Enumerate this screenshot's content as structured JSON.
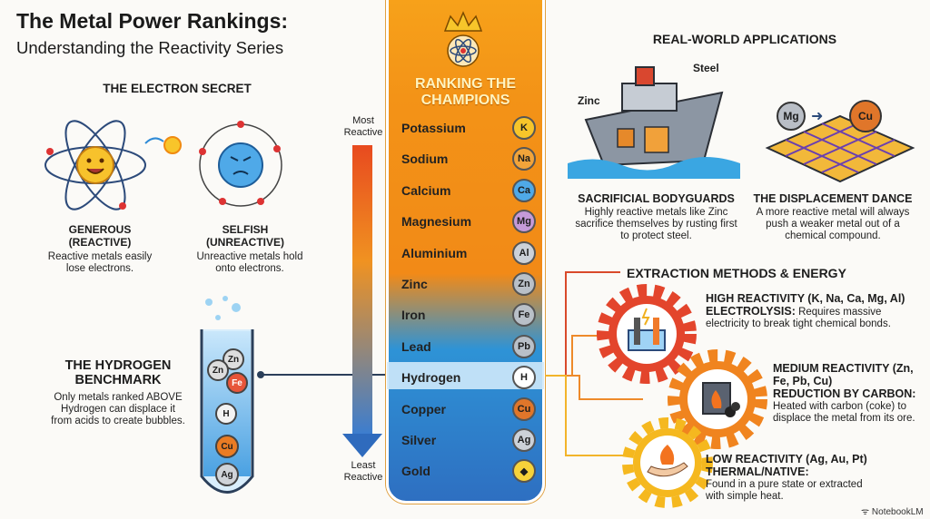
{
  "title": "The Metal Power Rankings:",
  "subtitle": "Understanding the Reactivity Series",
  "electron": {
    "heading": "THE ELECTRON SECRET",
    "generous_title": "GENEROUS (REACTIVE)",
    "generous_text": "Reactive metals easily lose electrons.",
    "selfish_title": "SELFISH (UNREACTIVE)",
    "selfish_text": "Unreactive metals hold onto electrons."
  },
  "hydrogen": {
    "title": "THE HYDROGEN BENCHMARK",
    "text": "Only metals ranked ABOVE Hydrogen can displace it from acids to create bubbles.",
    "tube_labels": [
      "Zn",
      "Zn",
      "Fe",
      "H",
      "Cu",
      "Ag"
    ]
  },
  "scale": {
    "top": "Most Reactive",
    "bottom": "Least Reactive"
  },
  "ranking": {
    "title": "RANKING THE CHAMPIONS",
    "items": [
      {
        "name": "Potassium",
        "symbol": "K"
      },
      {
        "name": "Sodium",
        "symbol": "Na"
      },
      {
        "name": "Calcium",
        "symbol": "Ca"
      },
      {
        "name": "Magnesium",
        "symbol": "Mg"
      },
      {
        "name": "Aluminium",
        "symbol": "Al"
      },
      {
        "name": "Zinc",
        "symbol": "Zn"
      },
      {
        "name": "Iron",
        "symbol": "Fe"
      },
      {
        "name": "Lead",
        "symbol": "Pb"
      },
      {
        "name": "Hydrogen",
        "symbol": "H"
      },
      {
        "name": "Copper",
        "symbol": "Cu"
      },
      {
        "name": "Silver",
        "symbol": "Ag"
      },
      {
        "name": "Gold",
        "symbol": "◆"
      }
    ]
  },
  "applications": {
    "heading": "REAL-WORLD APPLICATIONS",
    "ship_labels": {
      "zinc": "Zinc",
      "steel": "Steel"
    },
    "dance_labels": {
      "a": "Mg",
      "b": "Cu"
    },
    "sacrificial_title": "SACRIFICIAL BODYGUARDS",
    "sacrificial_text": "Highly reactive metals like Zinc sacrifice themselves by rusting first to protect steel.",
    "displacement_title": "THE DISPLACEMENT DANCE",
    "displacement_text": "A more reactive metal will always push a weaker metal out of a chemical compound."
  },
  "extraction": {
    "heading": "EXTRACTION METHODS & ENERGY",
    "high": {
      "title": "HIGH REACTIVITY (K, Na, Ca, Mg, Al)",
      "method": "ELECTROLYSIS:",
      "text": "Requires massive electricity to break tight chemical bonds."
    },
    "medium": {
      "title": "MEDIUM REACTIVITY (Zn, Fe, Pb, Cu)",
      "method": "REDUCTION BY CARBON:",
      "text": "Heated with carbon (coke) to displace the metal from its ore."
    },
    "low": {
      "title": "LOW REACTIVITY (Ag, Au, Pt)",
      "method": "THERMAL/NATIVE:",
      "text": "Found in a pure state or extracted with simple heat."
    }
  },
  "brand": "NotebookLM"
}
